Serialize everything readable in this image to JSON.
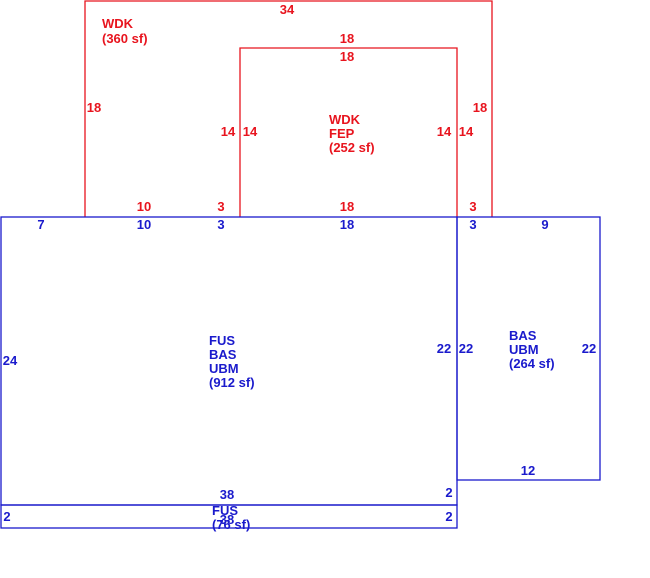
{
  "colors": {
    "deck": "#e8141e",
    "building": "#1a1acc",
    "background": "#ffffff"
  },
  "areas": {
    "wdk_outer": {
      "lines": [
        "WDK",
        "(360 sf)"
      ]
    },
    "wdk_fep": {
      "lines": [
        "WDK",
        "FEP",
        "(252 sf)"
      ]
    },
    "main": {
      "lines": [
        "FUS",
        "BAS",
        "UBM",
        "(912 sf)"
      ]
    },
    "addition": {
      "lines": [
        "BAS",
        "UBM",
        "(264 sf)"
      ]
    },
    "strip": {
      "lines": [
        "FUS",
        "(76 sf)"
      ]
    }
  },
  "dims": {
    "wdk_top": "34",
    "wdk_left": "18",
    "wdk_right": "18",
    "wdk_bottom_left": "10",
    "wdk_bottom_mid_left": "3",
    "wdk_bottom_right": "3",
    "fep_top_outer": "18",
    "fep_top_inner": "18",
    "fep_left_outer": "14",
    "fep_left_inner": "14",
    "fep_right_inner": "14",
    "fep_right_outer": "14",
    "fep_bottom": "18",
    "main_top_a": "7",
    "main_top_b": "10",
    "main_top_c": "3",
    "main_top_d": "18",
    "main_left": "24",
    "main_right": "22",
    "main_bottom": "38",
    "main_bottom_right": "2",
    "add_top_a": "3",
    "add_top_b": "9",
    "add_left": "22",
    "add_right": "22",
    "add_bottom": "12",
    "strip_left": "2",
    "strip_right": "2",
    "strip_bottom": "38"
  }
}
